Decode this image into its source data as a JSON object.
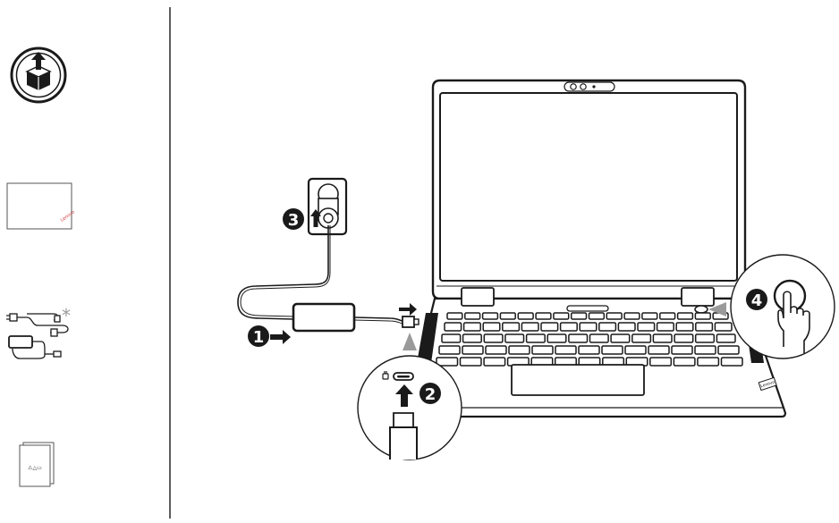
{
  "steps": [
    {
      "number": "1"
    },
    {
      "number": "2"
    },
    {
      "number": "3"
    },
    {
      "number": "4"
    }
  ],
  "brand": {
    "logo_text": "Lenovo"
  },
  "box_contents": {
    "asterisk": "*",
    "document_symbols": "⚠△▭"
  },
  "colors": {
    "ink": "#1a1a1a",
    "gray": "#9a9a9a",
    "paper": "#ffffff"
  }
}
